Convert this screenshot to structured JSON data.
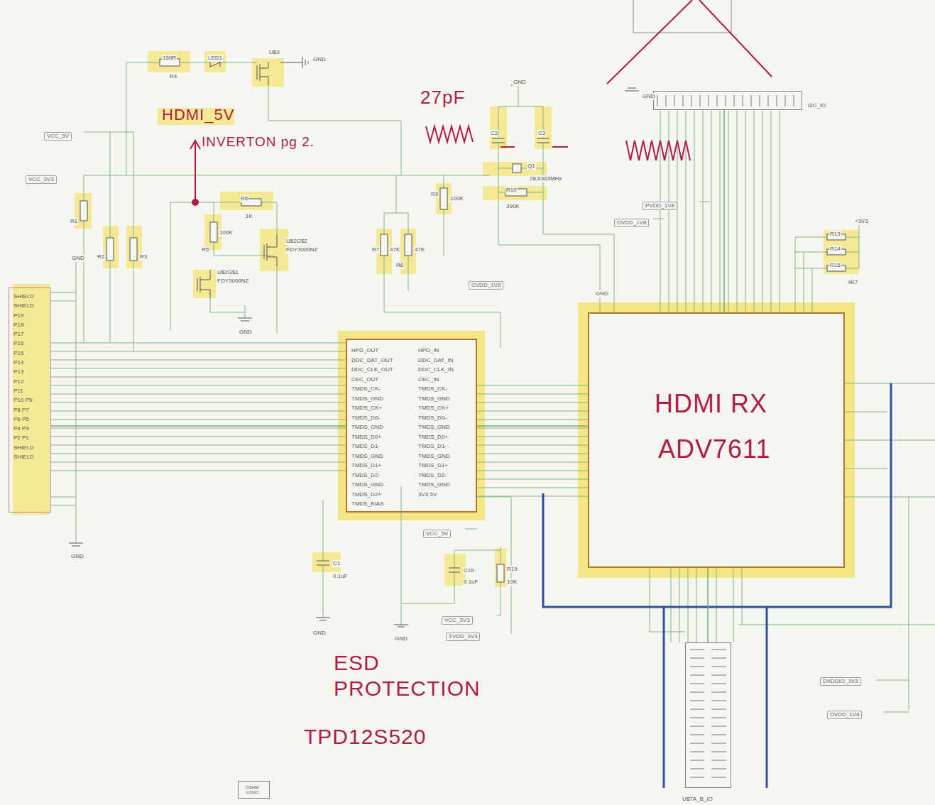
{
  "diagram": {
    "nodes": [
      {
        "text": [
          "SHIELD SHIELD P19 P18 P17 P16 P15 P14 P13 P12 P11 P10 P9 P8 P7 P6 P5 P4 P3 P2 P1 SHIELD SHIELD"
        ]
      },
      {
        "text": [
          "HPD_OUT DDC_DAT_OUT DDC_CLK_OUT CEC_OUT TMDS_CK- TMDS_GND TMDS_CK+ TMDS_D0- TMDS_GND TMDS_D0+ TMDS_D1- TMDS_GND TMDS_D1+ TMDS_D2- TMDS_GND TMDS_D2+ TMDS_BIAS",
          "HPD_IN DDC_DAT_IN DDC_CLK_IN CEC_IN TMDS_CK- TMDS_GND TMDS_CK+ TMDS_D0- TMDS_GND TMDS_D0+ TMDS_D1- TMDS_GND TMDS_D1+ TMDS_D2- TMDS_GND 3V3 5V"
        ]
      },
      {
        "text": [
          "HDMI RX",
          "ADV7611"
        ]
      },
      {
        "text": [
          "I2C_IO"
        ]
      },
      {
        "text": [
          "U$7A_B_IO"
        ]
      },
      {
        "text": [
          "OSHW LOGO"
        ]
      }
    ],
    "edges": [
      {
        "from": 0,
        "to": 1,
        "arrow": "none"
      },
      {
        "from": 1,
        "to": 2,
        "arrow": "none"
      },
      {
        "from": 2,
        "to": 3,
        "arrow": "none"
      },
      {
        "from": 2,
        "to": 4,
        "arrow": "none"
      }
    ],
    "labels": [
      "150R",
      "R4",
      "LED1",
      "U$3",
      "GND",
      "HDMI_5V",
      "INVERTON pg 2.",
      "27pF",
      "GND",
      "C2",
      "C3",
      "VCC_5V",
      "Q1",
      "28.6363MHz",
      "VCC_3V3",
      "R10",
      "390K",
      "R1",
      "R6",
      "1K",
      "R9",
      "100K",
      "R5",
      "100K",
      "PVDD_1V8",
      "DVDD_1V8",
      "+3V3",
      "R13",
      "R14",
      "R15",
      "4K7",
      "R2",
      "R3",
      "R7",
      "47K",
      "R8",
      "47K",
      "U$2G$2",
      "FDY3000NZ",
      "GND",
      "U$2G$1",
      "FDY3000NZ",
      "CVDD_1V8",
      "GND",
      "GND",
      "GND",
      "VCC_5V",
      "C1",
      "0.1uF",
      "C16",
      "0.1uF",
      "R19",
      "10K",
      "GND",
      "GND",
      "VCC_3V3",
      "TVDD_3V3",
      "DVDDIO_3V3",
      "DVDD_1V8",
      "ESD PROTECTION",
      "TPD12S520",
      "GND"
    ]
  }
}
